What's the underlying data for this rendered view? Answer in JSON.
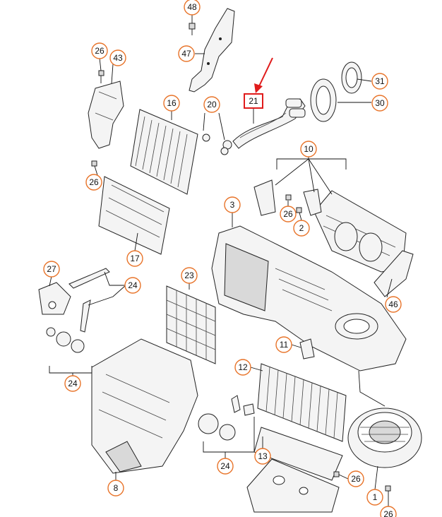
{
  "callouts": {
    "c48": "48",
    "c47": "47",
    "c26a": "26",
    "c43": "43",
    "c21": "21",
    "c31": "31",
    "c30": "30",
    "c16": "16",
    "c20": "20",
    "c10": "10",
    "c26b": "26",
    "c26c": "26",
    "c2": "2",
    "c3": "3",
    "c17": "17",
    "c27": "27",
    "c24a": "24",
    "c23": "23",
    "c46": "46",
    "c11": "11",
    "c24b": "24",
    "c12": "12",
    "c24c": "24",
    "c13": "13",
    "c26d": "26",
    "c8": "8",
    "c1": "1",
    "c26e": "26"
  },
  "colors": {
    "callout_ring": "#e8742a",
    "highlight": "#e01b1b"
  }
}
